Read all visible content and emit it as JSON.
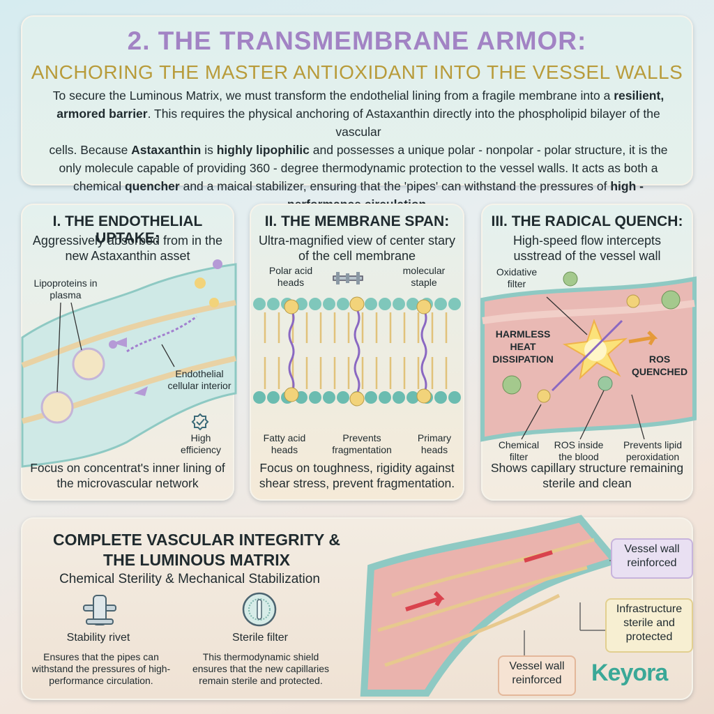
{
  "header": {
    "title": "2. THE TRANSMEMBRANE ARMOR:",
    "subtitle": "ANCHORING THE MASTER ANTIOXIDANT INTO THE VESSEL WALLS",
    "p1_a": "To secure the Luminous Matrix, we must transform the endothelial lining from a fragile membrane into a ",
    "p1_b": "resilient, armored barrier",
    "p1_c": ". This requires the physical anchoring of Astaxanthin directly into the phospholipid bilayer of the vascular",
    "p2_a": "cells. Because ",
    "p2_b": "Astaxanthin",
    "p2_c": " is ",
    "p2_d": "highly lipophilic",
    "p2_e": " and possesses a unique polar - nonpolar - polar structure, it is the only molecule capable of providing 360 - degree thermodynamic protection to the vessel walls. It acts as both a chemical ",
    "p2_f": "quencher",
    "p2_g": " and a maical stabilizer, ensuring that the 'pipes' can withstand the pressures of ",
    "p2_h": "high - performance circulation",
    "p2_i": "."
  },
  "panel1": {
    "title": "I. THE ENDOTHELIAL UPTAKE:",
    "subtitle": "Aggressively absorbed from in the new Astaxanthin asset",
    "label_lipoproteins": "Lipoproteins in plasma",
    "label_interior": "Endothelial cellular interior",
    "label_efficiency": "High efficiency",
    "footer": "Focus on concentrat's inner lining of the microvascular network"
  },
  "panel2": {
    "title": "II. THE MEMBRANE SPAN:",
    "subtitle": "Ultra-magnified view of center stary of the cell membrane",
    "label_polar": "Polar acid heads",
    "label_staple": "molecular staple",
    "label_fatty": "Fatty acid heads",
    "label_prevents": "Prevents fragmentation",
    "label_primary": "Primary heads",
    "footer": "Focus on toughness, rigidity against shear stress, prevent fragmentation."
  },
  "panel3": {
    "title": "III. THE RADICAL QUENCH:",
    "subtitle": "High-speed flow intercepts usstread of the vessel wall",
    "label_oxidative": "Oxidative filter",
    "label_harmless": "HARMLESS HEAT DISSIPATION",
    "label_ros_quenched": "ROS QUENCHED",
    "label_chemical": "Chemical filter",
    "label_ros_blood": "ROS inside the blood",
    "label_lipid": "Prevents lipid peroxidation",
    "footer": "Shows capillary structure remaining sterile and clean"
  },
  "bottom": {
    "title": "COMPLETE VASCULAR INTEGRITY & THE LUMINOUS MATRIX",
    "subtitle": "Chemical Sterility & Mechanical Stabilization",
    "feature1_name": "Stability rivet",
    "feature1_desc": "Ensures that the pipes can withstand the pressures of high-performance circulation.",
    "feature2_name": "Sterile filter",
    "feature2_desc": "This thermodynamic shield ensures that the new capillaries remain sterile and protected.",
    "tag1": "Vessel wall reinforced",
    "tag2": "Infrastructure sterile and protected",
    "tag3": "Vessel wall reinforced",
    "logo": "Keyora"
  },
  "colors": {
    "title_purple": "#a283c4",
    "subtitle_gold": "#b89b3a",
    "logo_teal": "#3aa897"
  }
}
